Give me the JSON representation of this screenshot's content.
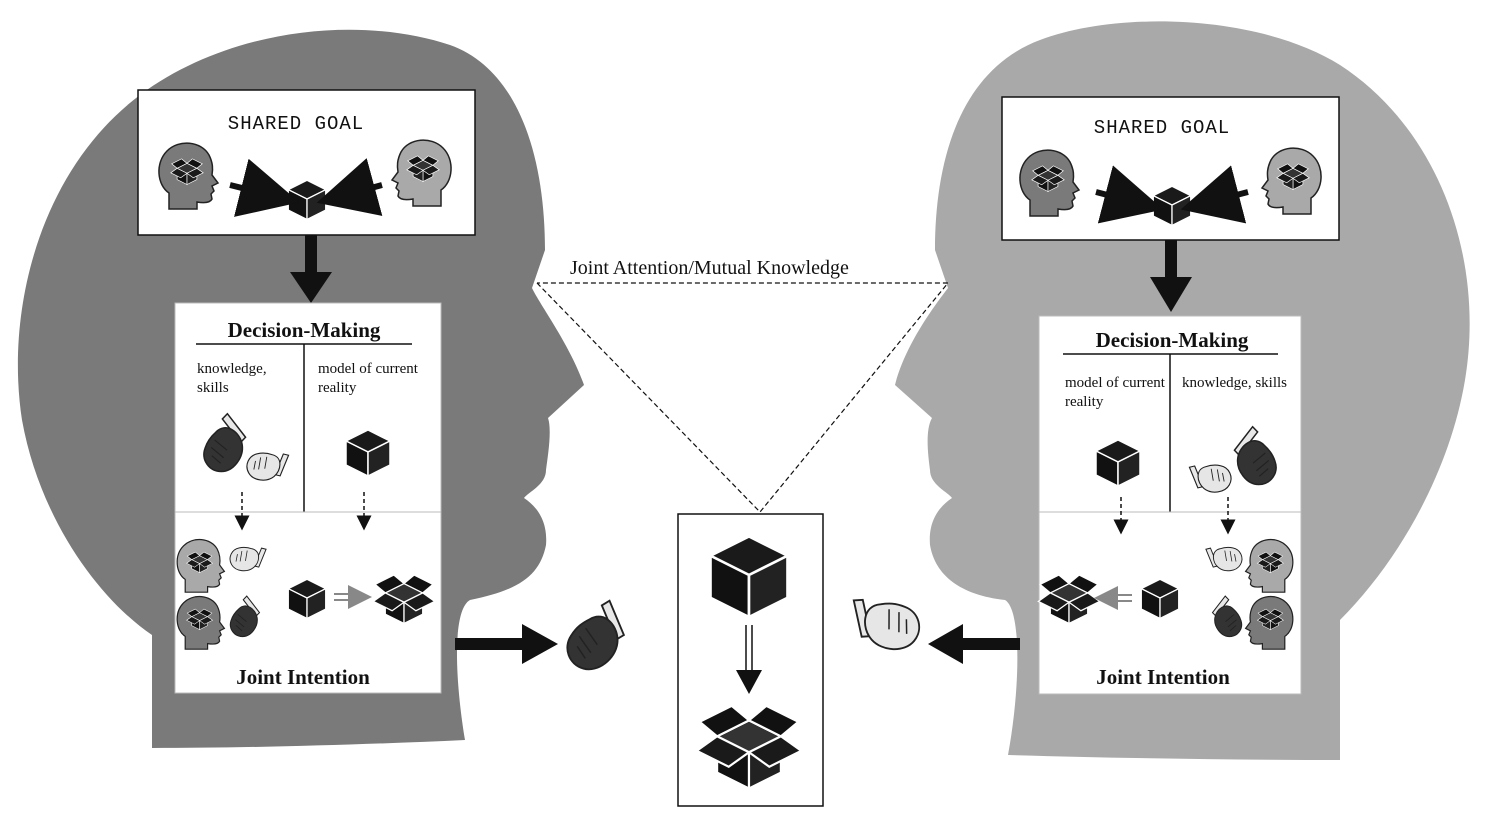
{
  "diagram": {
    "top_label": "Joint Attention/Mutual Knowledge",
    "left_head": {
      "shared_goal": "SHARED GOAL",
      "decision_making": "Decision-Making",
      "col_a": "knowledge, skills",
      "col_b": "model of current reality",
      "joint_intention": "Joint Intention"
    },
    "right_head": {
      "shared_goal": "SHARED GOAL",
      "decision_making": "Decision-Making",
      "col_a": "model of current reality",
      "col_b": "knowledge, skills",
      "joint_intention": "Joint Intention"
    }
  },
  "colors": {
    "left_head": "#7a7a7a",
    "right_head": "#a9a9a9",
    "box_fill": "#ffffff",
    "ink": "#111111"
  }
}
